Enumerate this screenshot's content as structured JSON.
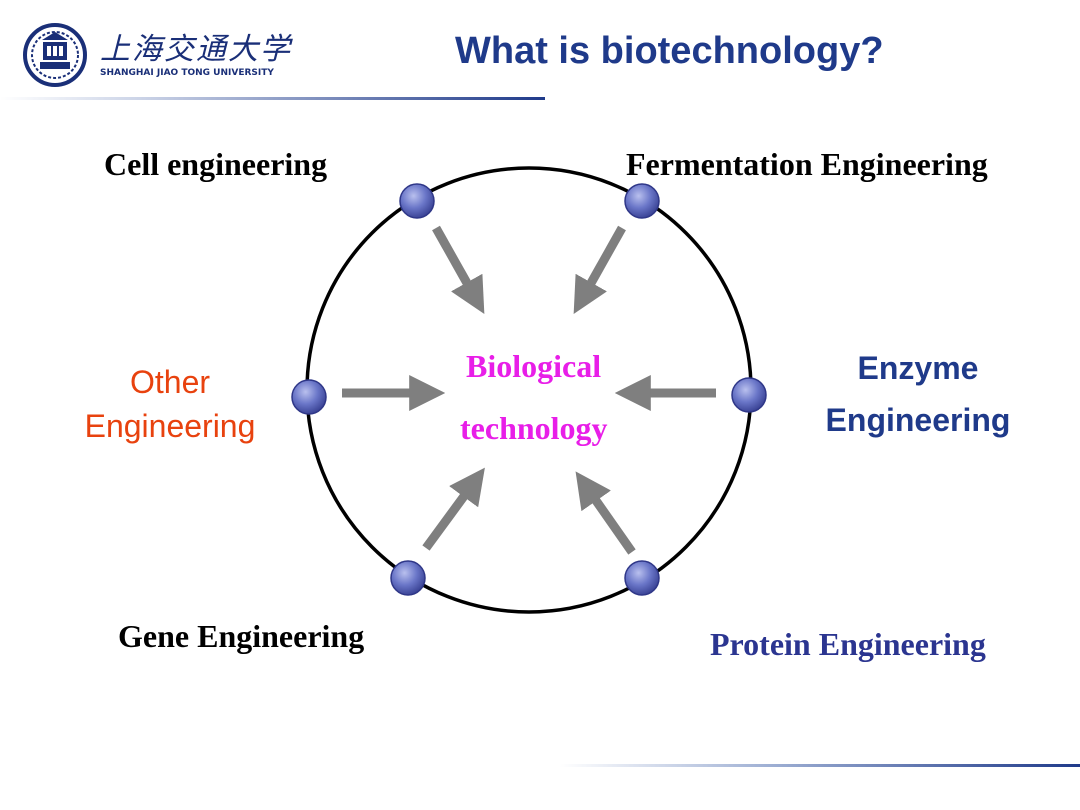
{
  "header": {
    "logo_cn": "上海交通大学",
    "logo_en": "SHANGHAI  JIAO TONG  UNIVERSITY",
    "title": "What is biotechnology?"
  },
  "diagram": {
    "center": {
      "line1": "Biological",
      "line2": "technology"
    },
    "nodes": {
      "cell": "Cell engineering",
      "fermentation": "Fermentation Engineering",
      "other_line1": "Other",
      "other_line2": "Engineering",
      "enzyme_line1": "Enzyme",
      "enzyme_line2": "Engineering",
      "gene": "Gene Engineering",
      "protein": "Protein Engineering"
    }
  },
  "colors": {
    "title": "#1f3a8a",
    "center": "#e81ee8",
    "other": "#e8420e",
    "enzyme": "#1f3a8a",
    "protein": "#2b3590",
    "black_labels": "#000000",
    "arrows": "#7f7f7f",
    "dots": "#6a76c8"
  },
  "icons": {
    "logo": "university-seal-icon"
  }
}
